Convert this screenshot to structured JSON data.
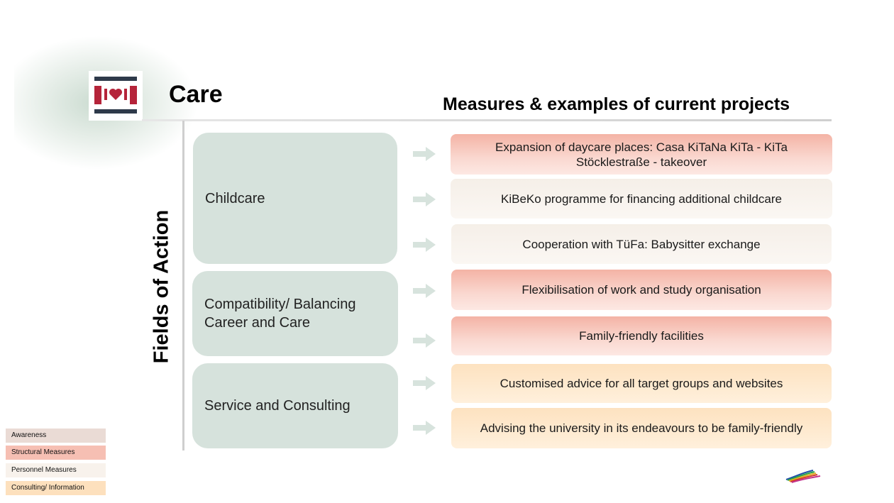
{
  "slide": {
    "title": "Care",
    "header_right": "Measures & examples of current projects",
    "side_label": "Fields of Action"
  },
  "fields": [
    {
      "label": "Childcare"
    },
    {
      "label": "Compatibility/ Balancing Career and Care"
    },
    {
      "label": "Service and Consulting"
    }
  ],
  "measures": [
    {
      "text": "Expansion of daycare places: Casa KiTaNa KiTa - KiTa Stöcklestraße - takeover",
      "category": "Structural Measures"
    },
    {
      "text": "KiBeKo programme for financing additional childcare",
      "category": "Personnel Measures"
    },
    {
      "text": "Cooperation with TüFa: Babysitter exchange",
      "category": "Personnel Measures"
    },
    {
      "text": "Flexibilisation of work and study organisation",
      "category": "Structural Measures"
    },
    {
      "text": "Family-friendly facilities",
      "category": "Structural Measures"
    },
    {
      "text": "Customised advice for all target groups and websites",
      "category": "Consulting/ Information"
    },
    {
      "text": "Advising the university in its endeavours to be family-friendly",
      "category": "Consulting/ Information"
    }
  ],
  "legend": [
    {
      "label": "Awareness",
      "color": "#eadbd5"
    },
    {
      "label": "Structural Measures",
      "color": "#f6bfb3"
    },
    {
      "label": "Personnel Measures",
      "color": "#f8f2ec"
    },
    {
      "label": "Consulting/ Information",
      "color": "#fde0bd"
    }
  ],
  "colors": {
    "field_box": "#d6e2dc",
    "arrow": "#d7e3dd",
    "logo_dark": "#2e3a4a",
    "logo_red": "#b5243a"
  },
  "icons": {
    "logo": "family-heart-logo",
    "arrow": "right-arrow-icon",
    "brand": "university-wave-logo"
  }
}
